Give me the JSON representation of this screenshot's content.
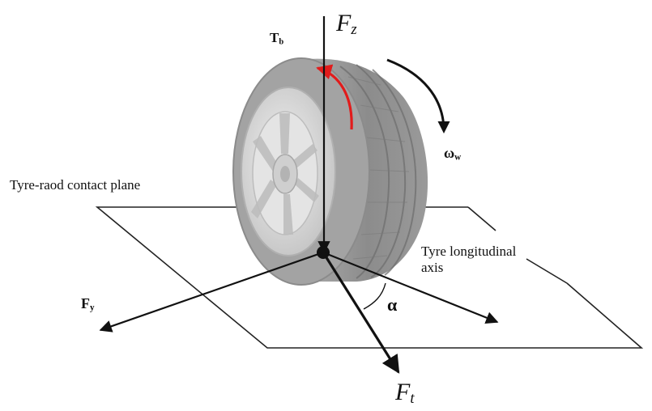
{
  "labels": {
    "fz": {
      "main": "F",
      "sub": "z"
    },
    "tb": {
      "main": "T",
      "sub": "b"
    },
    "omega": {
      "main": "ω",
      "sub": "w"
    },
    "contact_plane": "Tyre-raod contact plane",
    "longitudinal_axis_line1": "Tyre longitudinal",
    "longitudinal_axis_line2": "axis",
    "fy": {
      "main": "F",
      "sub": "y"
    },
    "alpha": "α",
    "ft": {
      "main": "F",
      "sub": "t"
    }
  },
  "colors": {
    "torque_arrow": "#e21b1b",
    "vector": "#111111",
    "tyre": "#9e9e9e",
    "rim": "#d9d9d9",
    "plane": "#222222"
  }
}
